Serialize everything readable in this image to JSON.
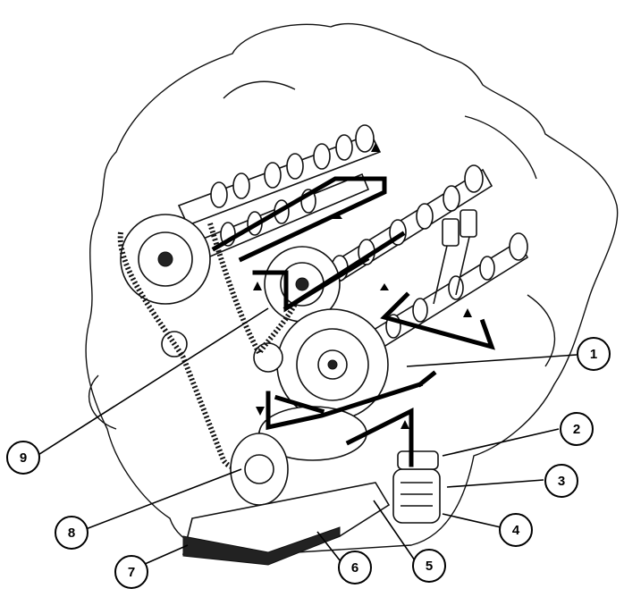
{
  "colors": {
    "line": "#000000",
    "paper": "#ffffff",
    "oil_path": "#000000"
  },
  "callouts": [
    {
      "label": "1"
    },
    {
      "label": "2"
    },
    {
      "label": "3"
    },
    {
      "label": "4"
    },
    {
      "label": "5"
    },
    {
      "label": "6"
    },
    {
      "label": "7"
    },
    {
      "label": "8"
    },
    {
      "label": "9"
    }
  ]
}
